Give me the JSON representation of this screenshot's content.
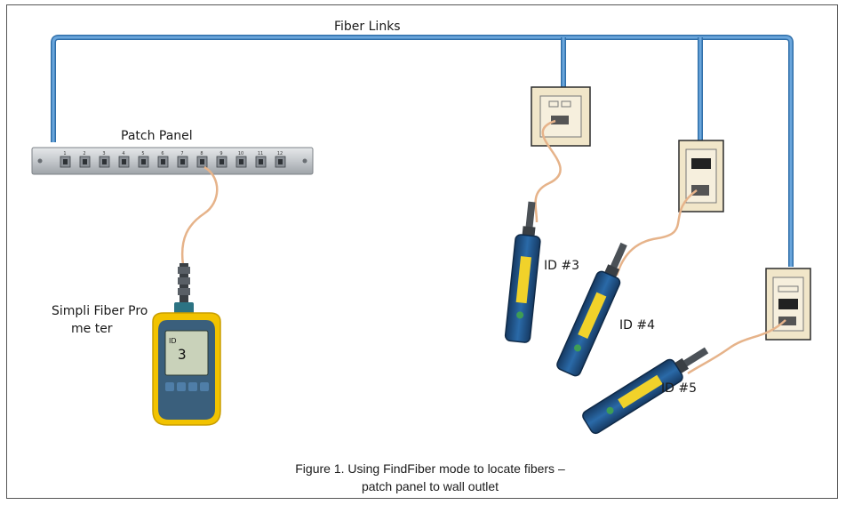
{
  "labels": {
    "fiber_links": "Fiber Links",
    "patch_panel": "Patch Panel",
    "meter_line1": "Simpli Fiber Pro",
    "meter_line2": "me ter",
    "meter_display": "3",
    "meter_display_prefix": "ID",
    "id3": "ID #3",
    "id4": "ID #4",
    "id5": "ID #5"
  },
  "caption": {
    "line1": "Figure 1. Using FindFiber mode to locate fibers –",
    "line2": "patch panel to wall outlet"
  },
  "ports": [
    "1",
    "2",
    "3",
    "4",
    "5",
    "6",
    "7",
    "8",
    "9",
    "10",
    "11",
    "12"
  ],
  "colors": {
    "fiber_link": "#3d7fc0",
    "patch_cord": "#e8b58a",
    "panel": "#c9cdd1",
    "meter_body": "#f2c300",
    "probe_body": "#1f4f84",
    "probe_window": "#f1d22a",
    "outlet": "#f0e4c4"
  }
}
